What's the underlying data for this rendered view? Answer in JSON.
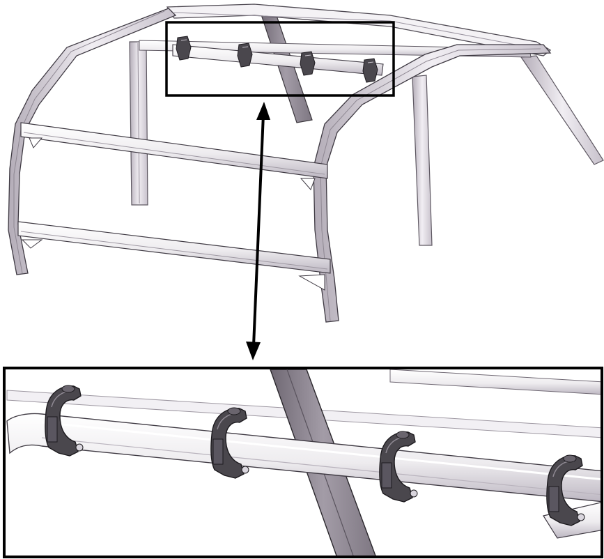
{
  "figure": {
    "views": [
      "overview",
      "detail"
    ],
    "clamp_count": 4,
    "callout": "double-headed-arrow",
    "colors": {
      "frame_light": "#f2f0f4",
      "frame_mid": "#d9d5dd",
      "frame_dark": "#8e8792",
      "outline": "#2a272c",
      "clamp": "#4a474d",
      "box_stroke": "#000000",
      "background": "#ffffff"
    }
  }
}
